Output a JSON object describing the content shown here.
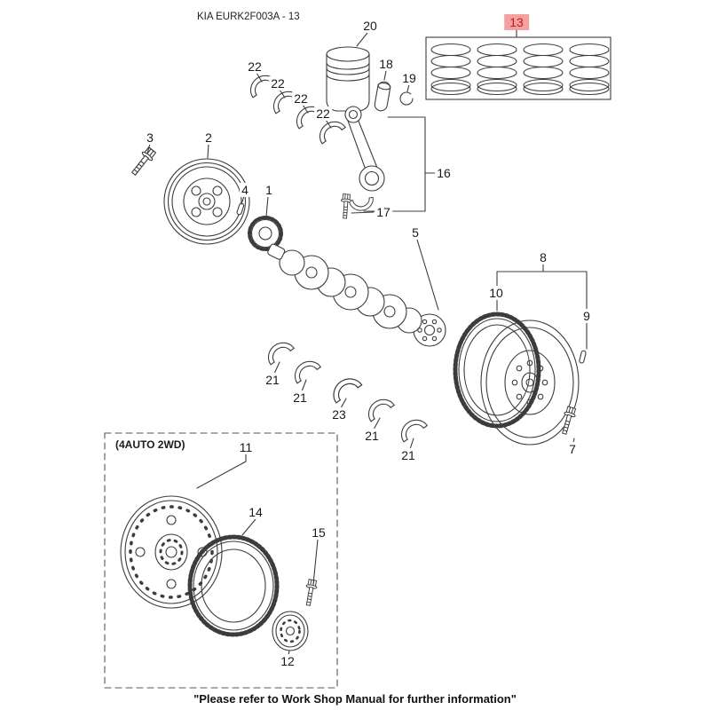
{
  "header": {
    "code": "KIA EURK2F003A - 13"
  },
  "diagram": {
    "highlighted_part": "13",
    "highlight_bg": "#f2a1a0",
    "highlight_text_color": "#c81414",
    "line_color": "#3c3c3c"
  },
  "group_box": {
    "label": "(4AUTO 2WD)"
  },
  "callouts": [
    {
      "part": "20"
    },
    {
      "part": "18"
    },
    {
      "part": "19"
    },
    {
      "part": "13"
    },
    {
      "part": "22"
    },
    {
      "part": "22"
    },
    {
      "part": "22"
    },
    {
      "part": "22"
    },
    {
      "part": "3"
    },
    {
      "part": "2"
    },
    {
      "part": "4"
    },
    {
      "part": "1"
    },
    {
      "part": "16"
    },
    {
      "part": "17"
    },
    {
      "part": "5"
    },
    {
      "part": "8"
    },
    {
      "part": "10"
    },
    {
      "part": "9"
    },
    {
      "part": "21"
    },
    {
      "part": "21"
    },
    {
      "part": "23"
    },
    {
      "part": "21"
    },
    {
      "part": "21"
    },
    {
      "part": "7"
    },
    {
      "part": "11"
    },
    {
      "part": "14"
    },
    {
      "part": "15"
    },
    {
      "part": "12"
    }
  ],
  "footer": {
    "note": "\"Please refer to Work Shop Manual for further information\""
  }
}
